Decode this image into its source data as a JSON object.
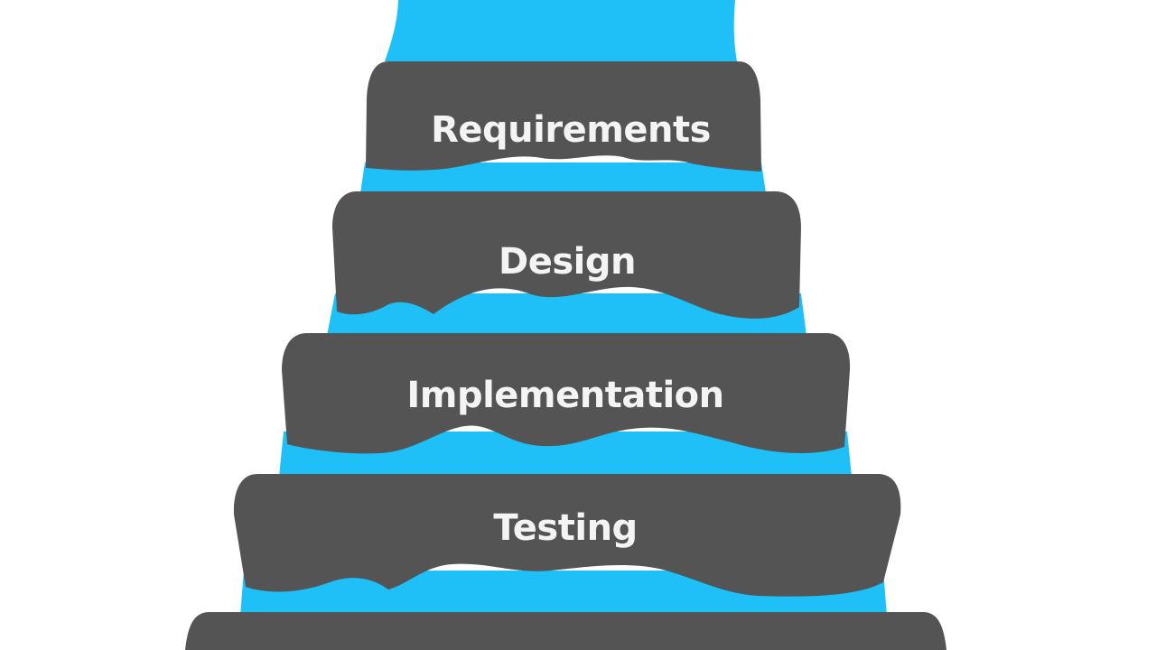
{
  "diagram": {
    "colors": {
      "water": "#1ec0f7",
      "step": "#545454",
      "label": "#f4f4f4",
      "background": "#ffffff"
    },
    "steps": [
      {
        "label": "Requirements"
      },
      {
        "label": "Design"
      },
      {
        "label": "Implementation"
      },
      {
        "label": "Testing"
      },
      {
        "label": ""
      }
    ]
  }
}
